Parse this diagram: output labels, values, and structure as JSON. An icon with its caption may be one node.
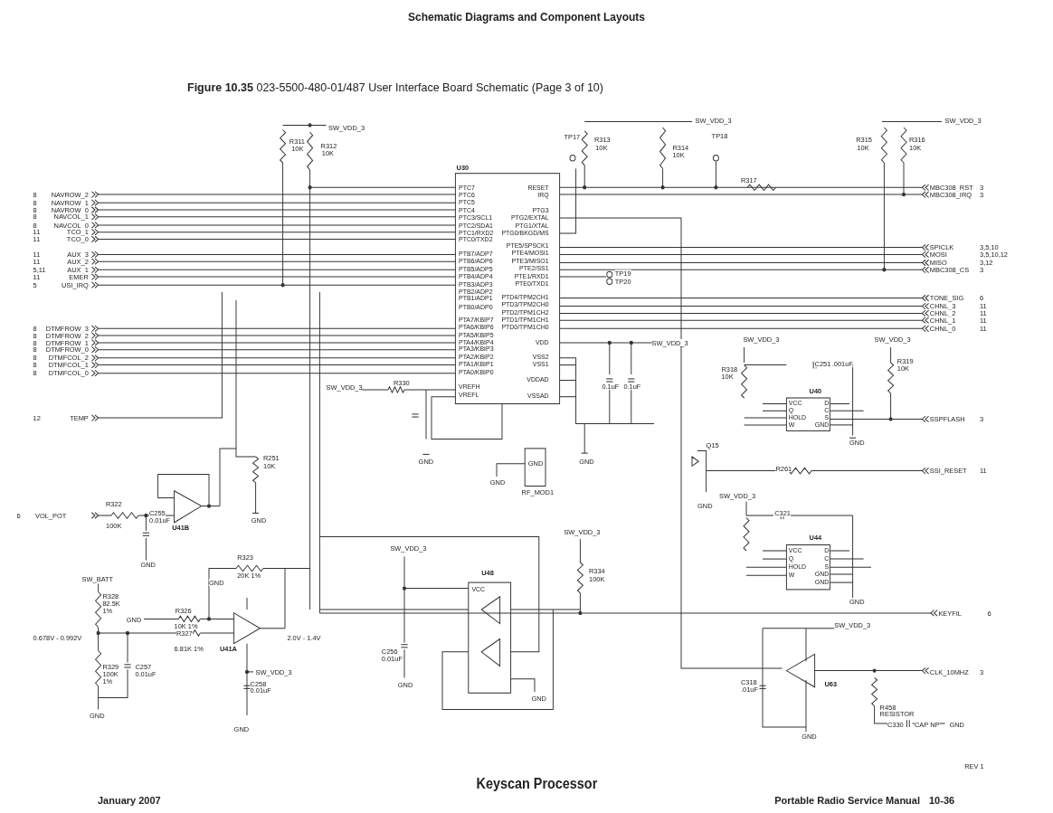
{
  "diagram": {
    "labels": [
      "Schematic Diagrams and Component Layouts",
      "**Figure 10.35** 023-5500-480-01/487 User Interface Board Schematic (Page 3 of 10)",
      "SW_VDD_3",
      "R311",
      "10K",
      "R312",
      "10K",
      "8",
      "NAVROW_2",
      "8",
      "NAVROW_1",
      "8",
      "NAVROW_0",
      "8",
      "NAVCOL_1",
      "8",
      "NAVCOL_0",
      "11",
      "TCO_1",
      "11",
      "TCO_0",
      "11",
      "AUX_3",
      "11",
      "AUX_2",
      "5,11",
      "AUX_1",
      "11",
      "EMER",
      "5",
      "USI_IRQ",
      "8",
      "DTMFROW_3",
      "8",
      "DTMFROW_2",
      "8",
      "DTMFROW_1",
      "8",
      "DTMFROW_0",
      "8",
      "DTMFCOL_2",
      "8",
      "DTMFCOL_1",
      "8",
      "DTMFCOL_0",
      "12",
      "TEMP",
      "SW_VDD_3",
      "R330",
      "U30",
      "PTC7",
      "PTC6",
      "PTC5",
      "PTC4",
      "PTC3/SCL1",
      "PTC2/SDA1",
      "PTC1/RXD2",
      "PTC0/TXD2",
      "PTB7/ADP7",
      "PTB6/ADP6",
      "PTB5/ADP5",
      "PTB4/ADP4",
      "PTB3/ADP3",
      "PTB2/ADP2",
      "PTB1/ADP1",
      "PTB0/ADP0",
      "PTA7/KBIP7",
      "PTA6/KBIP6",
      "PTA5/KBIP5",
      "PTA4/KBIP4",
      "PTA3/KBIP3",
      "PTA2/KBIP2",
      "PTA1/KBIP1",
      "PTA0/KBIP0",
      "VREFH",
      "VREFL",
      "RESET",
      "IRQ",
      "PTG3",
      "PTG2/EXTAL",
      "PTG1/XTAL",
      "PTG0/BKGD/MS",
      "PTE5/SPSCK1",
      "PTE4/MOSI1",
      "PTE3/MISO1",
      "PTE2/SS1",
      "PTE1/RXD1",
      "PTE0/TXD1",
      "PTD4/TPM2CH1",
      "PTD3/TPM2CH0",
      "PTD2/TPM1CH2",
      "PTD1/TPM1CH1",
      "PTD0/TPM1CH0",
      "VDD",
      "VSS2",
      "VSS1",
      "VDDAD",
      "VSSAD",
      "TP17",
      "R313",
      "10K",
      "R314",
      "10K",
      "SW_VDD_3",
      "TP19",
      "TP20",
      "SW_VDD_3",
      "0.1uF",
      "0.1uF",
      "TP18",
      "R317",
      "R315",
      "10K",
      "R316",
      "10K",
      "SW_VDD_3",
      "MBC308_RST",
      "3",
      "MBC308_IRQ",
      "3",
      "SPICLK",
      "3,5,10",
      "MOSI",
      "3,5,10,12",
      "MISO",
      "3,12",
      "MBC308_CS",
      "3",
      "TONE_SIG",
      "6",
      "CHNL_3",
      "11",
      "CHNL_2",
      "11",
      "CHNL_1",
      "11",
      "CHNL_0",
      "11",
      "SW_VDD_3",
      "SW_VDD_3",
      "R318",
      "10K",
      "C251",
      ".001uF",
      "R319",
      "10K",
      "U40",
      "VCC",
      "Q",
      "HOLD",
      "W",
      "D",
      "C",
      "S",
      "GND",
      "SSPFLASH",
      "3",
      "GND",
      "Q15",
      "R261",
      "SSI_RESET",
      "11",
      "GND",
      "SW_VDD_3",
      "C321",
      "U44",
      "VCC",
      "Q",
      "HOLD",
      "W",
      "D",
      "C",
      "S",
      "GND",
      "GND",
      "GND",
      "KEYFIL",
      "6",
      "SW_VDD_3",
      "C318",
      ".01uF",
      "U63",
      "CLK_10MHZ",
      "3",
      "R458",
      "RESISTOR",
      "GND",
      "C330",
      "CAP NP",
      "GND",
      "R251",
      "10K",
      "GND",
      "U41B",
      "6",
      "VOL_POT",
      "R322",
      "100K",
      "C255",
      "0.01uF",
      "GND",
      "R323",
      "20K 1%",
      "GND",
      "SW_BATT",
      "R328",
      "82.5K",
      "1%",
      "GND",
      "R326",
      "10K 1%",
      "R327",
      "6.81K 1%",
      "0.678V - 0.992V",
      "U41A",
      "2.0V - 1.4V",
      "R329",
      "100K",
      "1%",
      "C257",
      "0.01uF",
      "SW_VDD_3",
      "C258",
      "0.01uF",
      "GND",
      "GND",
      "GND",
      "GND",
      "GND",
      "RF_MOD1",
      "SW_VDD_3",
      "R334",
      "100K",
      "SW_VDD_3",
      "U48",
      "VCC",
      "C256",
      "0.01uF",
      "GND",
      "GND",
      "GND",
      "Keyscan Processor",
      "REV 1",
      "January 2007",
      "Portable Radio Service Manual",
      "10-36"
    ]
  }
}
